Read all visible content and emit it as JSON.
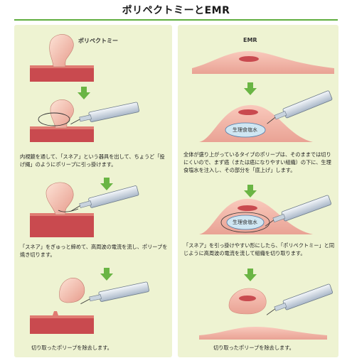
{
  "title": "ポリペクトミーとEMR",
  "left": {
    "heading": "ポリペクトミー",
    "captions": [
      "内視鏡を通して、「スネア」という器具を出して、ちょうど「投げ縄」のようにポリープに引っ掛けます。",
      "「スネア」をぎゅっと締めて、高周波の電流を流し、ポリープを焼き切ります。",
      "切り取ったポリープを除去します。"
    ]
  },
  "right": {
    "heading": "EMR",
    "saline_label": "生理食塩水",
    "captions": [
      "全体が盛り上がっているタイプのポリープは、そのままでは切りにくいので、まず癌（または癌になりやすい組織）の下に、生理食塩水を注入し、その部分を「底上げ」します。",
      "「スネア」を引っ掛けやすい形にしたら、「ポリペクトミー」と同じように高周波の電流を流して組織を切り取ります。",
      "切り取ったポリープを除去します。"
    ]
  },
  "colors": {
    "accent_green": "#5fae3e",
    "panel_bg": "#eef3d2",
    "tissue_dark": "#c94a4f",
    "tissue_light": "#f3c4b4"
  }
}
